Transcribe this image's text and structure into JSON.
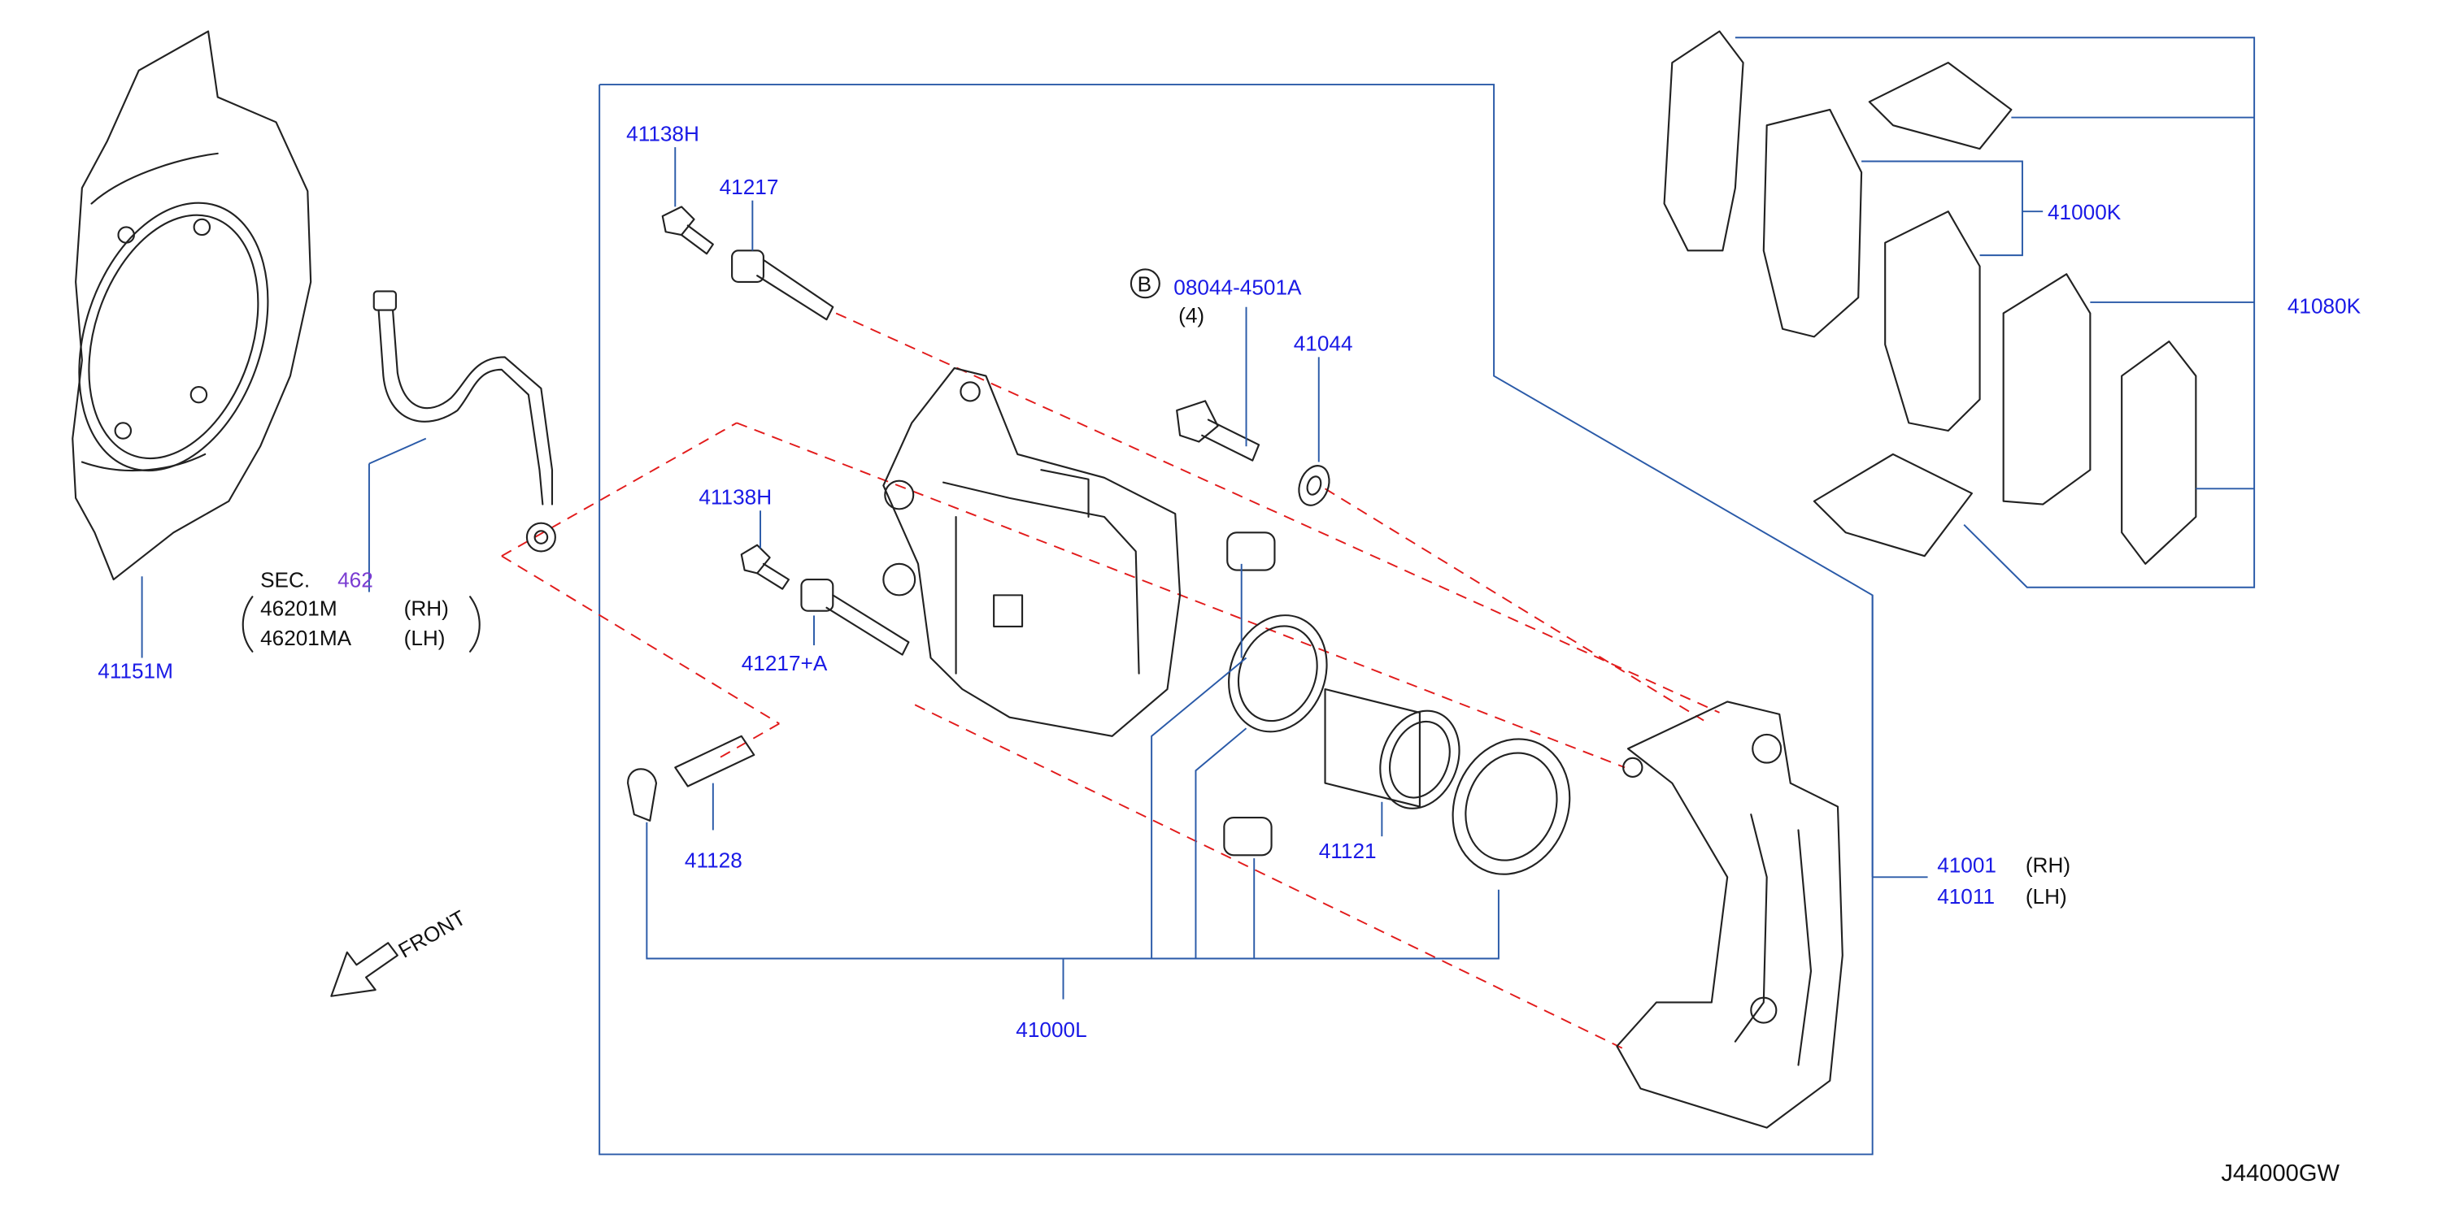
{
  "diagram_id": "J44000GW",
  "front_label": "FRONT",
  "b_badge": "B",
  "parts": {
    "p41151m": "41151M",
    "sec_prefix": "SEC.",
    "sec_number": "462",
    "p46201m": "46201M",
    "p46201ma": "46201MA",
    "rh": "(RH)",
    "lh": "(LH)",
    "p41138h_top": "41138H",
    "p41217": "41217",
    "p41138h_mid": "41138H",
    "p41217a": "41217+A",
    "p41128": "41128",
    "p08044": "08044-4501A",
    "qty4": "(4)",
    "p41044": "41044",
    "p41121": "41121",
    "p41000l": "41000L",
    "p41000k": "41000K",
    "p41080k": "41080K",
    "p41001": "41001",
    "p41011": "41011",
    "rh2": "(RH)",
    "lh2": "(LH)"
  }
}
